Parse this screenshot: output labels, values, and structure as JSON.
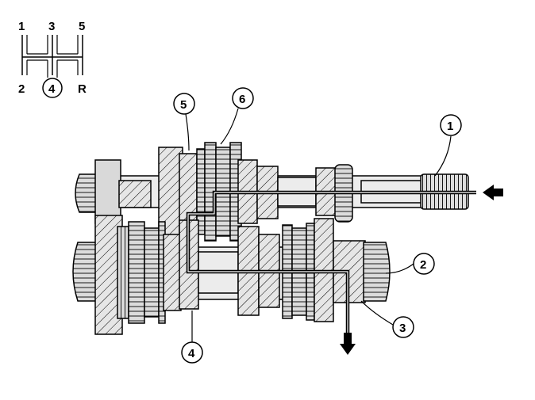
{
  "shift_pattern": {
    "top": [
      "1",
      "3",
      "5"
    ],
    "bottom": [
      "2",
      "4",
      "R"
    ],
    "selected_gear": "4"
  },
  "callouts": [
    {
      "id": "c1",
      "label": "1"
    },
    {
      "id": "c2",
      "label": "2"
    },
    {
      "id": "c3",
      "label": "3"
    },
    {
      "id": "c4",
      "label": "4"
    },
    {
      "id": "c5",
      "label": "5"
    },
    {
      "id": "c6",
      "label": "6"
    }
  ],
  "colors": {
    "line": "#000000",
    "gear_fill": "#d9d9d9",
    "background": "#ffffff"
  },
  "icons": {
    "input": "arrow-left-icon",
    "output": "arrow-down-icon"
  }
}
